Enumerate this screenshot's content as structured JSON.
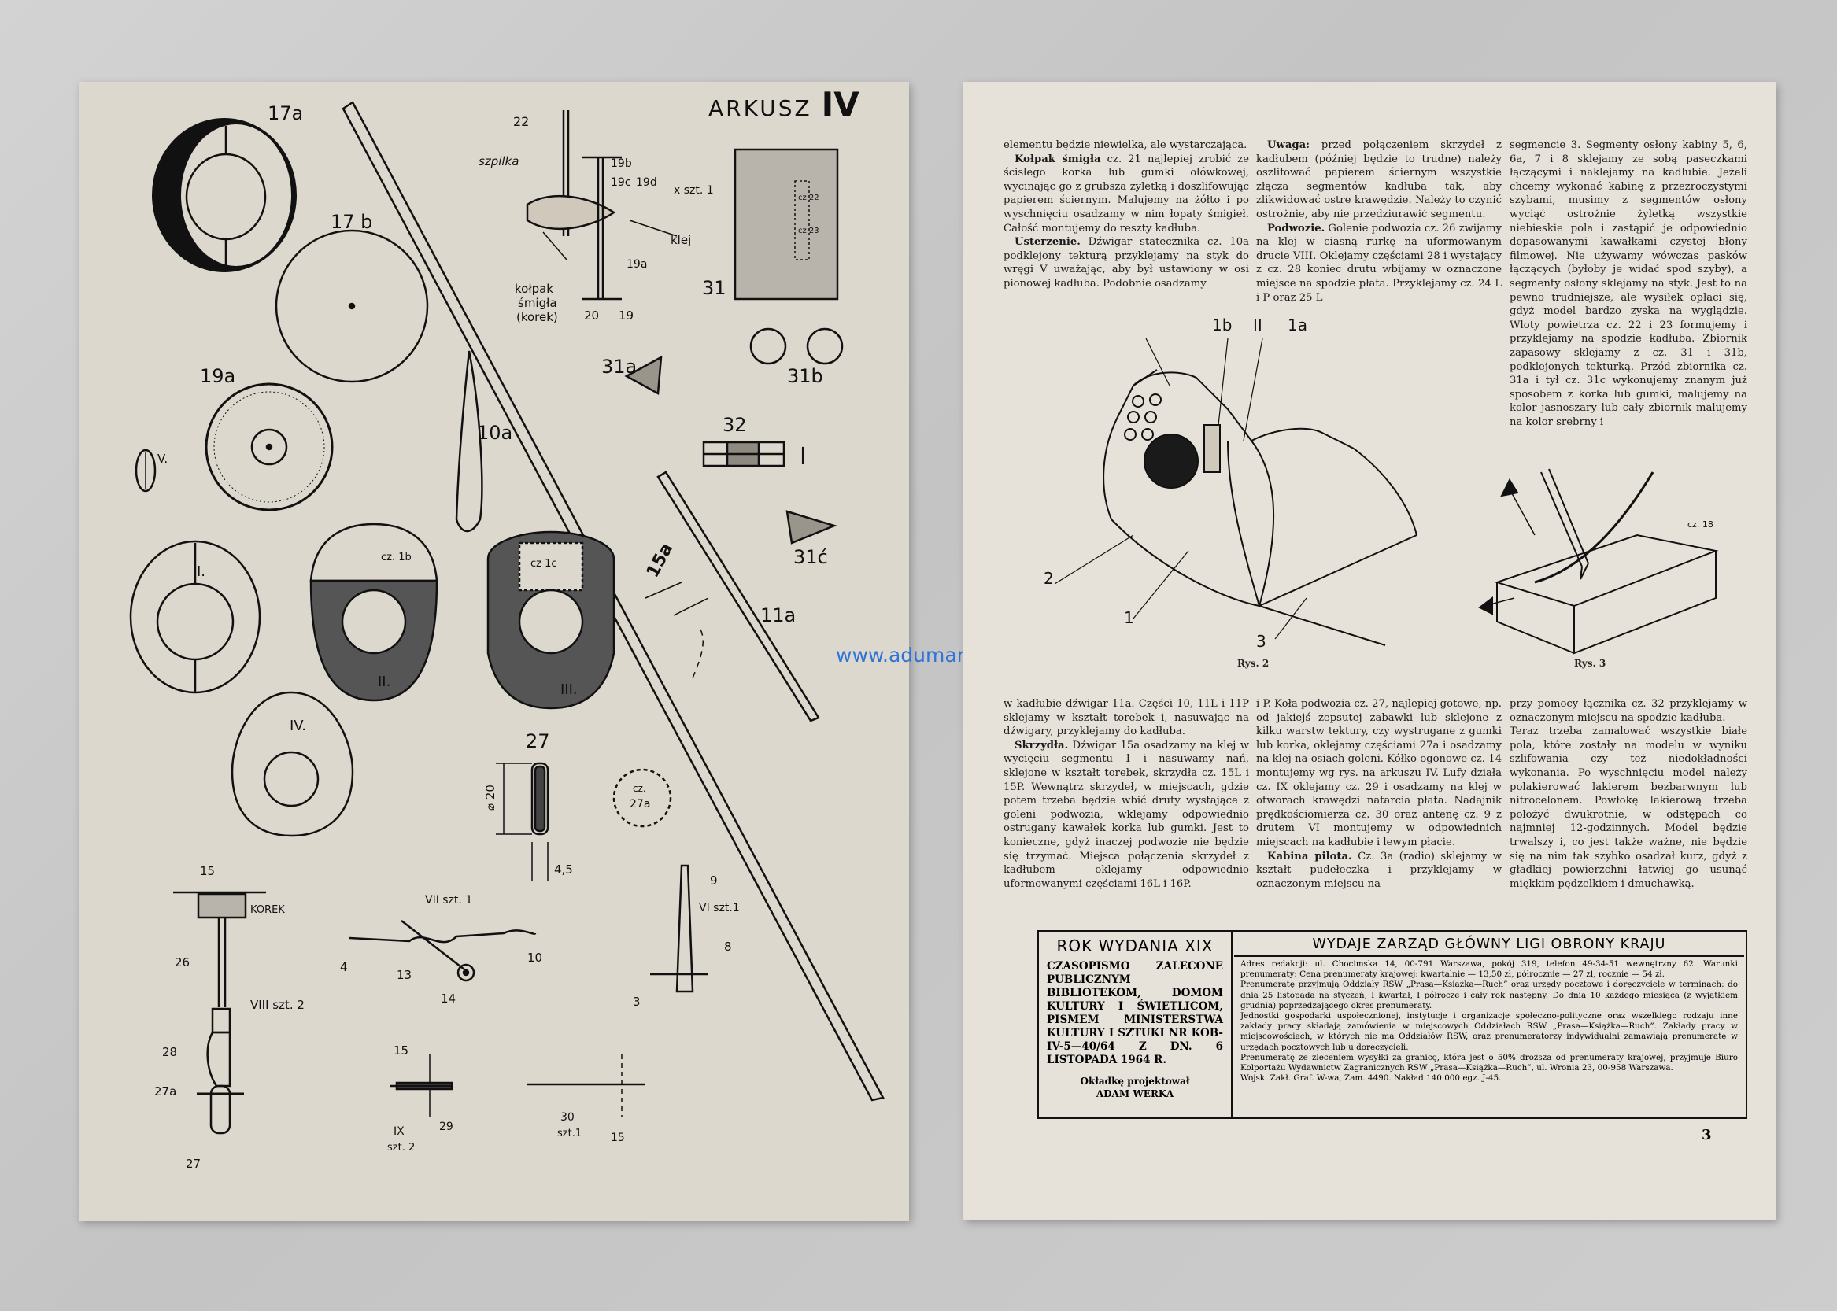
{
  "left_page": {
    "sheet_label": "ARKUSZ",
    "sheet_number": "IV",
    "labels": {
      "p17a": "17a",
      "p17b": "17 b",
      "p19a": "19a",
      "pV": "V.",
      "p10a": "10a",
      "p22": "22",
      "szpilka": "szpilka",
      "p19b": "19b",
      "p19c": "19c",
      "p19d": "19d",
      "x_szt1": "x szt. 1",
      "klej": "klej",
      "p19a_b": "19a",
      "kolpak1": "kołpak",
      "kolpak2": "śmigła",
      "kolpak3": "(korek)",
      "p20": "20",
      "p19": "19",
      "p31": "31",
      "cz22": "cz 22",
      "cz23": "cz 23",
      "p31a": "31a",
      "p31b": "31b",
      "p32": "32",
      "pI": "I",
      "p31c": "31ć",
      "p15a": "15a",
      "p11a": "11a",
      "pIrom": "I.",
      "cz1b": "cz. 1b",
      "pII": "II.",
      "cz1c": "cz 1c",
      "pIII": "III.",
      "pIV": "IV.",
      "p27": "27",
      "d20": "⌀ 20",
      "d45": "4,5",
      "cz27a": "cz.",
      "p27a_in": "27a",
      "p15_top": "15",
      "korek": "KOREK",
      "p26": "26",
      "VIII": "VIII szt. 2",
      "p28": "28",
      "p27a": "27a",
      "p27_bot": "27",
      "VII": "VII szt. 1",
      "p4": "4",
      "p13": "13",
      "p14": "14",
      "p10": "10",
      "p9": "9",
      "VI": "VI szt.1",
      "p8": "8",
      "p3": "3",
      "p15_b": "15",
      "IX": "IX",
      "szt2": "szt. 2",
      "p29": "29",
      "p30": "30",
      "szt1": "szt.1",
      "p15_c": "15"
    }
  },
  "watermark": "www.adumaru.pl",
  "right_page": {
    "columns_top": [
      [
        {
          "text": "elementu będzie niewielka, ale wystarczająca."
        },
        {
          "head": "Kołpak śmigła",
          "text": " cz. 21 najlepiej zrobić ze ścisłego korka lub gumki ołówkowej, wycinając go z grubsza żyletką i doszlifowując papierem ściernym. Malujemy na żółto i po wyschnięciu osadzamy w nim łopaty śmigieł. Całość montujemy do reszty kadłuba."
        },
        {
          "head": "Usterzenie.",
          "text": " Dźwigar statecznika cz. 10a podklejony tekturą przyklejamy na styk do wręgi V uważając, aby był ustawiony w osi pionowej kadłuba. Podobnie osadzamy"
        }
      ],
      [
        {
          "head": "Uwaga:",
          "text": " przed połączeniem skrzydeł z kadłubem (później będzie to trudne) należy oszlifować papierem ściernym wszystkie złącza segmentów kadłuba tak, aby zlikwidować ostre krawędzie. Należy to czynić ostrożnie, aby nie przedziurawić segmentu."
        },
        {
          "head": "Podwozie.",
          "text": " Golenie podwozia cz. 26 zwijamy na klej w ciasną rurkę na uformowanym drucie VIII. Oklejamy częściami 28 i wystający z cz. 28 koniec drutu wbijamy w oznaczone miejsce na spodzie płata. Przyklejamy cz. 24 L i P oraz 25 L"
        }
      ],
      [
        {
          "text": "segmencie 3. Segmenty osłony kabiny 5, 6, 6a, 7 i 8 sklejamy ze sobą paseczkami łączącymi i naklejamy na kadłubie. Jeżeli chcemy wykonać kabinę z przezroczystymi szybami, musimy z segmentów osłony wyciąć ostrożnie żyletką wszystkie niebieskie pola i zastąpić je odpowiednio dopasowanymi kawałkami czystej błony filmowej. Nie używamy wówczas pasków łączących (byłoby je widać spod szyby), a segmenty osłony sklejamy na styk. Jest to na pewno trudniejsze, ale wysiłek opłaci się, gdyż model bardzo zyska na wyglądzie. Wloty powietrza cz. 22 i 23 formujemy i przyklejamy na spodzie kadłuba. Zbiornik zapasowy sklejamy z cz. 31 i 31b, podklejonych tekturką. Przód zbiornika cz. 31a i tył cz. 31c wykonujemy znanym już sposobem z korka lub gumki, malujemy na kolor jasnoszary lub cały zbiornik malujemy na kolor srebrny i"
        }
      ]
    ],
    "figures": {
      "rys2_caption": "Rys. 2",
      "rys3_caption": "Rys. 3",
      "rys2_labels": {
        "l1b": "1b",
        "lII": "II",
        "l1a": "1a",
        "l2": "2",
        "l1": "1",
        "l3": "3"
      },
      "rys3_labels": {
        "cz18": "cz. 18"
      }
    },
    "columns_bottom": [
      [
        {
          "text": "w kadłubie dźwigar 11a. Części 10, 11L i 11P sklejamy w kształt torebek i, nasuwając na dźwigary, przyklejamy do kadłuba."
        },
        {
          "head": "Skrzydła.",
          "text": " Dźwigar 15a osadzamy na klej w wycięciu segmentu 1 i nasuwamy nań, sklejone w kształt torebek, skrzydła cz. 15L i 15P. Wewnątrz skrzydeł, w miejscach, gdzie potem trzeba będzie wbić druty wystające z goleni podwozia, wklejamy odpowiednio ostrugany kawałek korka lub gumki. Jest to konieczne, gdyż inaczej podwozie nie będzie się trzymać. Miejsca połączenia skrzydeł z kadłubem oklejamy odpowiednio uformowanymi częściami 16L i 16P."
        }
      ],
      [
        {
          "text": "i P. Koła podwozia cz. 27, najlepiej gotowe, np. od jakiejś zepsutej zabawki lub sklejone z kilku warstw tektury, czy wystrugane z gumki lub korka, oklejamy częściami 27a i osadzamy na klej na osiach goleni. Kółko ogonowe cz. 14 montujemy wg rys. na arkuszu IV. Lufy działa cz. IX oklejamy cz. 29 i osadzamy na klej w otworach krawędzi natarcia płata. Nadajnik prędkościomierza cz. 30 oraz antenę cz. 9 z drutem VI montujemy w odpowiednich miejscach na kadłubie i lewym płacie."
        },
        {
          "head": "Kabina pilota.",
          "text": " Cz. 3a (radio) sklejamy w kształt pudełeczka i przyklejamy w oznaczonym miejscu na"
        }
      ],
      [
        {
          "text": "przy pomocy łącznika cz. 32 przyklejamy w oznaczonym miejscu na spodzie kadłuba."
        },
        {
          "text": "Teraz trzeba zamalować wszystkie białe pola, które zostały na modelu w wyniku szlifowania czy też niedokładności wykonania. Po wyschnięciu model należy polakierować lakierem bezbarwnym lub nitrocelonem. Powłokę lakierową trzeba położyć dwukrotnie, w odstępach co najmniej 12-godzinnych. Model będzie trwalszy i, co jest także ważne, nie będzie się na nim tak szybko osadzał kurz, gdyż z gładkiej powierzchni łatwiej go usunąć miękkim pędzelkiem i dmuchawką."
        }
      ]
    ],
    "colophon": {
      "year": "ROK WYDANIA XIX",
      "recommendation": "CZASOPISMO ZALECONE PUBLICZNYM BIBLIOTEKOM, DOMOM KULTURY I ŚWIETLICOM, PISMEM MINISTERSTWA KULTURY I SZTUKI NR KOB-IV-5—40/64 Z DN. 6 LISTOPADA 1964 R.",
      "cover_credit": "Okładkę projektował",
      "designer": "ADAM WERKA",
      "publisher": "WYDAJE ZARZĄD GŁÓWNY LIGI OBRONY KRAJU",
      "info": [
        "Adres redakcji: ul. Chocimska 14, 00-791 Warszawa, pokój 319, telefon 49-34-51 wewnętrzny 62. Warunki prenumeraty: Cena prenumeraty krajowej: kwartalnie — 13,50 zł, półrocznie — 27 zł, rocznie — 54 zł.",
        "Prenumeratę przyjmują Oddziały RSW „Prasa—Książka—Ruch” oraz urzędy pocztowe i doręczyciele w terminach: do dnia 25 listopada na styczeń, I kwartał, I półrocze i cały rok następny. Do dnia 10 każdego miesiąca (z wyjątkiem grudnia) poprzedzającego okres prenumeraty.",
        "Jednostki gospodarki uspołecznionej, instytucje i organizacje społeczno-polityczne oraz wszelkiego rodzaju inne zakłady pracy składają zamówienia w miejscowych Oddziałach RSW „Prasa—Książka—Ruch”. Zakłady pracy w miejscowościach, w których nie ma Oddziałów RSW, oraz prenumeratorzy indywidualni zamawiają prenumeratę w urzędach pocztowych lub u doręczycieli.",
        "Prenumeratę ze zleceniem wysyłki za granicę, która jest o 50% droższa od prenumeraty krajowej, przyjmuje Biuro Kolportażu Wydawnictw Zagranicznych RSW „Prasa—Książka—Ruch”, ul. Wronia 23, 00-958 Warszawa.",
        "Wojsk. Zakł. Graf. W-wa, Zam. 4490. Nakład 140 000 egz. J-45."
      ]
    },
    "page_number": "3"
  }
}
